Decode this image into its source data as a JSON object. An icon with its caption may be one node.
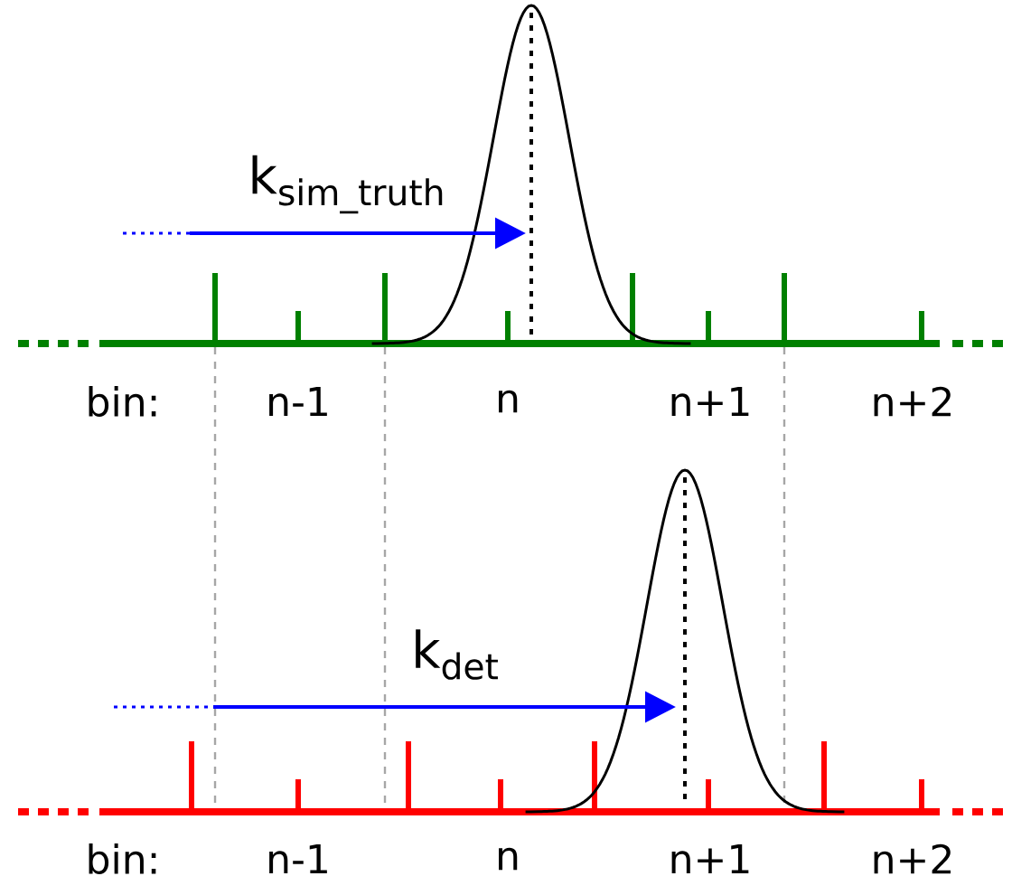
{
  "diagram": {
    "labels": [
      "k$_{sim_truth}$",
      "bin:",
      "n-1",
      "n",
      "n+1",
      "n+2",
      "k$_{det}$",
      "bin:",
      "n-1",
      "n",
      "n+1",
      "n+2"
    ]
  }
}
